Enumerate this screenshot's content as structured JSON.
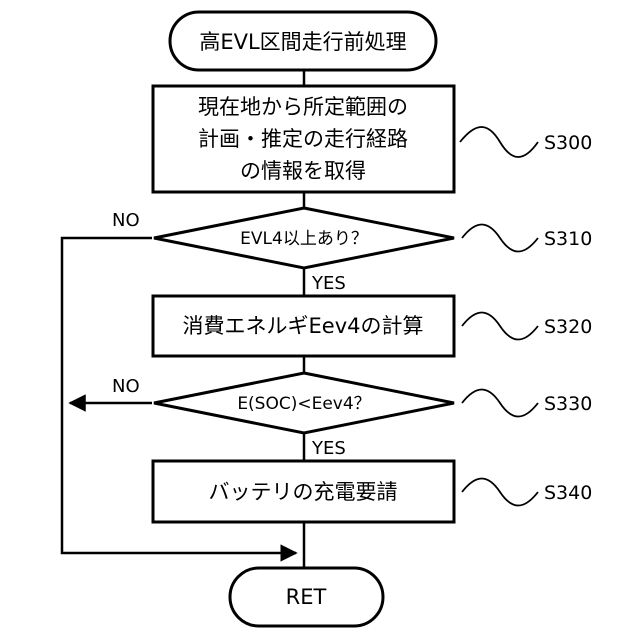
{
  "start": {
    "label": "高EVL区間走行前処理"
  },
  "s300": {
    "lines": [
      "現在地から所定範囲の",
      "計画・推定の走行経路",
      "の情報を取得"
    ],
    "step": "S300"
  },
  "s310": {
    "label": "EVL4以上あり？",
    "step": "S310",
    "no": "NO",
    "yes": "YES"
  },
  "s320": {
    "label": "消費エネルギEev4の計算",
    "step": "S320"
  },
  "s330": {
    "label": "E(SOC)<Eev4？",
    "step": "S330",
    "no": "NO",
    "yes": "YES"
  },
  "s340": {
    "label": "バッテリの充電要請",
    "step": "S340"
  },
  "end": {
    "label": "RET"
  }
}
